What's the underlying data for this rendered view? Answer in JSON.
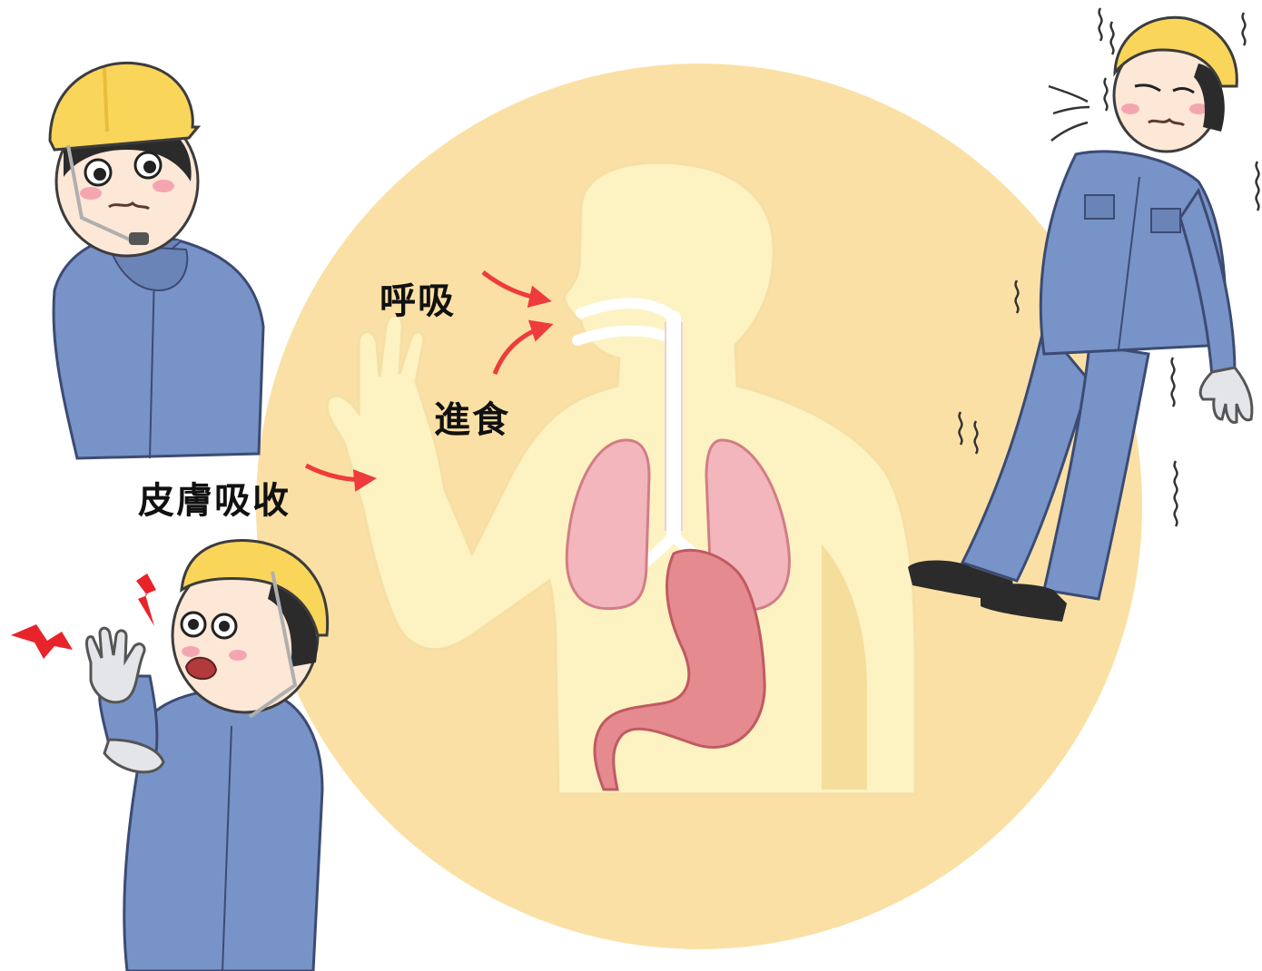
{
  "labels": {
    "breathing": "呼吸",
    "ingestion": "進食",
    "skin_absorption": "皮膚吸收"
  },
  "colors": {
    "background_circle": "#FBE0A5",
    "body_silhouette": "#FDF2C2",
    "lungs": "#F2B6BC",
    "stomach": "#E58A8E",
    "arrows": "#EE3B3B",
    "helmet": "#F9D55A",
    "uniform": "#7893C7",
    "skin": "#FDE7D6",
    "gloves": "#E3E5E8",
    "alert": "#E8232A"
  },
  "figures": {
    "worker_top_left": "worried-worker",
    "worker_bottom_left": "shocked-worker-hand-pain",
    "worker_right": "fainting-worker-shaking"
  },
  "icons": [
    "lightning-alert-icon",
    "wind-lines-icon",
    "shaking-lines-icon"
  ]
}
